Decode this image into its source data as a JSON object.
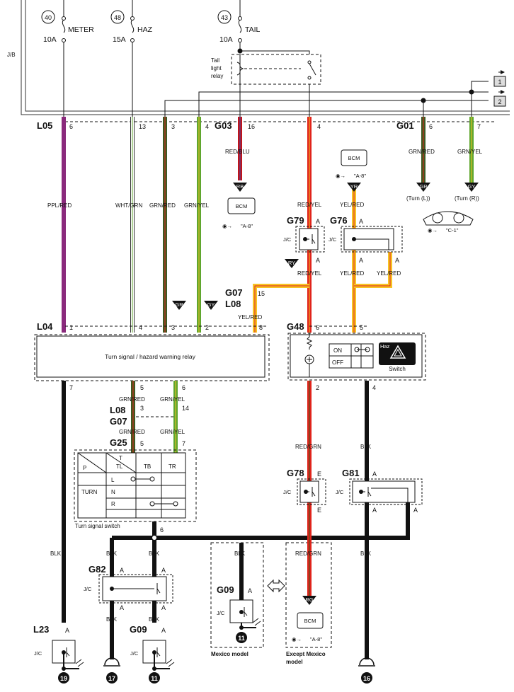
{
  "fuses": [
    {
      "id": "40",
      "name": "METER",
      "rating": "10A"
    },
    {
      "id": "48",
      "name": "HAZ",
      "rating": "15A"
    },
    {
      "id": "43",
      "name": "TAIL",
      "rating": "10A"
    }
  ],
  "jb_label": "J/B",
  "tail_relay": [
    "Tail",
    "light",
    "relay"
  ],
  "right_tags": [
    "1",
    "2"
  ],
  "connectors": {
    "L05": {
      "name": "L05",
      "pins": [
        "6",
        "13",
        "3",
        "4"
      ]
    },
    "G03": {
      "name": "G03",
      "pins": [
        "16",
        "4"
      ]
    },
    "G01": {
      "name": "G01",
      "pins": [
        "6",
        "7"
      ]
    },
    "G79": {
      "name": "G79",
      "pins": [
        "A",
        "A"
      ]
    },
    "G76": {
      "name": "G76",
      "pins": [
        "A",
        "A",
        "A"
      ]
    },
    "G07": {
      "name": "G07",
      "pins": [
        "15",
        "3"
      ]
    },
    "L08": {
      "name": "L08",
      "pins": [
        "3"
      ]
    },
    "L04": {
      "name": "L04",
      "pins": [
        "1",
        "4",
        "3",
        "2",
        "8",
        "7",
        "5",
        "6"
      ]
    },
    "G48": {
      "name": "G48",
      "pins": [
        "6",
        "5",
        "2",
        "4"
      ]
    },
    "G25": {
      "name": "G25",
      "pins": [
        "5",
        "7",
        "6"
      ]
    },
    "G78": {
      "name": "G78",
      "pins": [
        "E",
        "E"
      ]
    },
    "G81": {
      "name": "G81",
      "pins": [
        "A",
        "A",
        "A"
      ]
    },
    "G82": {
      "name": "G82",
      "pins": [
        "A",
        "A",
        "A",
        "A"
      ]
    },
    "G09": {
      "name": "G09",
      "pins": [
        "A"
      ]
    },
    "L23": {
      "name": "L23",
      "pins": [
        "A"
      ]
    }
  },
  "wires": {
    "ppl_red": "PPL/RED",
    "wht_grn": "WHT/GRN",
    "grn_red": "GRN/RED",
    "grn_yel": "GRN/YEL",
    "red_blu": "RED/BLU",
    "red_yel": "RED/YEL",
    "yel_red": "YEL/RED",
    "red_grn": "RED/GRN",
    "blk": "BLK"
  },
  "tags": {
    "gr": "GR",
    "gy": "GY",
    "rb": "RB",
    "yr": "YR",
    "ry": "RY",
    "rg": "RG"
  },
  "bcm": {
    "label": "BCM",
    "ref": "\"A-8\""
  },
  "meter_ref": "\"C-1\"",
  "turn_l": "(Turn (L))",
  "turn_r": "(Turn (R))",
  "jc": "J/C",
  "relay_label": "Turn signal / hazard warning relay",
  "haz_switch": {
    "on": "ON",
    "off": "OFF",
    "badge": "Haz",
    "label": "Switch"
  },
  "turn_switch": {
    "caption": "Turn signal switch",
    "corner_p": "P",
    "corner_t": "T",
    "cols": [
      "TL",
      "TB",
      "TR"
    ],
    "row_head": "TURN",
    "rows": [
      "L",
      "N",
      "R"
    ]
  },
  "grounds": [
    "19",
    "17",
    "11",
    "11",
    "16"
  ],
  "mexico_label": "Mexico model",
  "except_label": [
    "Except Mexico",
    "model"
  ],
  "colors": {
    "ppl": "#8a2a7c",
    "white": "#ffffff",
    "green_dark": "#3e5a22",
    "green": "#5fa62e",
    "red": "#e0241b",
    "yellow": "#f6c324",
    "black": "#111111"
  }
}
